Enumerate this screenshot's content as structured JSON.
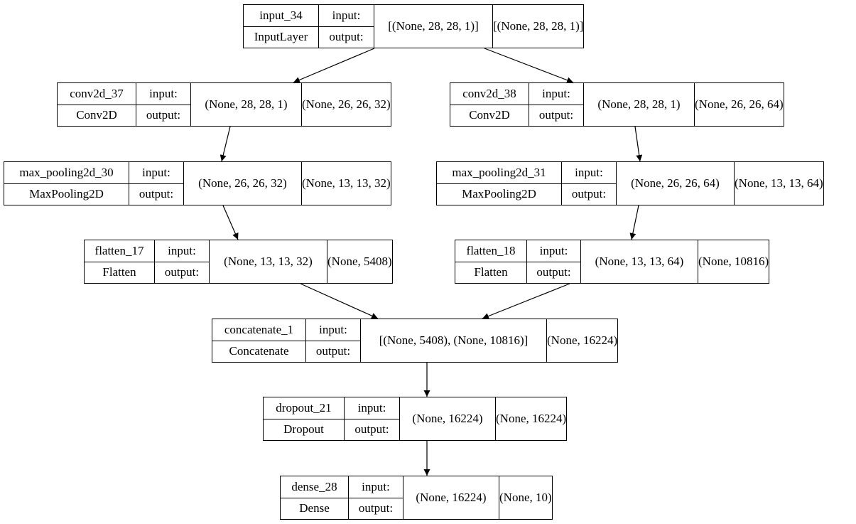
{
  "io_labels": {
    "input": "input:",
    "output": "output:"
  },
  "nodes": [
    {
      "id": "input_34",
      "name": "input_34",
      "type": "InputLayer",
      "input": "[(None, 28, 28, 1)]",
      "output": "[(None, 28, 28, 1)]"
    },
    {
      "id": "conv2d_37",
      "name": "conv2d_37",
      "type": "Conv2D",
      "input": "(None, 28, 28, 1)",
      "output": "(None, 26, 26, 32)"
    },
    {
      "id": "conv2d_38",
      "name": "conv2d_38",
      "type": "Conv2D",
      "input": "(None, 28, 28, 1)",
      "output": "(None, 26, 26, 64)"
    },
    {
      "id": "max_pooling2d_30",
      "name": "max_pooling2d_30",
      "type": "MaxPooling2D",
      "input": "(None, 26, 26, 32)",
      "output": "(None, 13, 13, 32)"
    },
    {
      "id": "max_pooling2d_31",
      "name": "max_pooling2d_31",
      "type": "MaxPooling2D",
      "input": "(None, 26, 26, 64)",
      "output": "(None, 13, 13, 64)"
    },
    {
      "id": "flatten_17",
      "name": "flatten_17",
      "type": "Flatten",
      "input": "(None, 13, 13, 32)",
      "output": "(None, 5408)"
    },
    {
      "id": "flatten_18",
      "name": "flatten_18",
      "type": "Flatten",
      "input": "(None, 13, 13, 64)",
      "output": "(None, 10816)"
    },
    {
      "id": "concatenate_1",
      "name": "concatenate_1",
      "type": "Concatenate",
      "input": "[(None, 5408), (None, 10816)]",
      "output": "(None, 16224)"
    },
    {
      "id": "dropout_21",
      "name": "dropout_21",
      "type": "Dropout",
      "input": "(None, 16224)",
      "output": "(None, 16224)"
    },
    {
      "id": "dense_28",
      "name": "dense_28",
      "type": "Dense",
      "input": "(None, 16224)",
      "output": "(None, 10)"
    }
  ],
  "edges": [
    {
      "from": "input_34",
      "to": "conv2d_37"
    },
    {
      "from": "input_34",
      "to": "conv2d_38"
    },
    {
      "from": "conv2d_37",
      "to": "max_pooling2d_30"
    },
    {
      "from": "conv2d_38",
      "to": "max_pooling2d_31"
    },
    {
      "from": "max_pooling2d_30",
      "to": "flatten_17"
    },
    {
      "from": "max_pooling2d_31",
      "to": "flatten_18"
    },
    {
      "from": "flatten_17",
      "to": "concatenate_1"
    },
    {
      "from": "flatten_18",
      "to": "concatenate_1"
    },
    {
      "from": "concatenate_1",
      "to": "dropout_21"
    },
    {
      "from": "dropout_21",
      "to": "dense_28"
    }
  ]
}
